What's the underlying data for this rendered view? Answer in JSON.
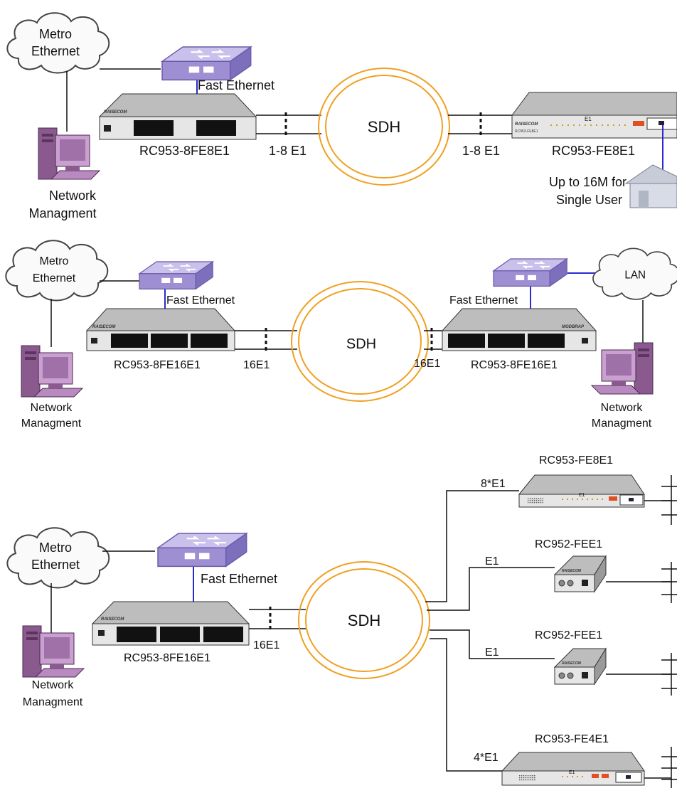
{
  "colors": {
    "ring": "#f0a020",
    "device_top": "#c8c8c8",
    "device_front": "#e6e6e6",
    "switch": "#a79bd6",
    "pc": "#7a4a7f",
    "link_blue": "#2a2ad0",
    "line": "#111111"
  },
  "scenario1": {
    "cloud": {
      "line1": "Metro",
      "line2": "Ethernet"
    },
    "fast_ethernet": "Fast Ethernet",
    "sdh": "SDH",
    "left_device": {
      "name": "RC953-8FE8E1",
      "brand": "RAISECOM"
    },
    "left_link": "1-8 E1",
    "right_link": "1-8 E1",
    "right_device": {
      "name": "RC953-FE8E1",
      "brand": "RAISECOM",
      "model": "RC953-FE8E1",
      "panel": "E1"
    },
    "nms": {
      "line1": "Network",
      "line2": "Managment"
    },
    "user": {
      "line1": "Up to 16M for",
      "line2": "Single User"
    }
  },
  "scenario2": {
    "cloud_left": {
      "line1": "Metro",
      "line2": "Ethernet"
    },
    "cloud_right": {
      "line1": "LAN"
    },
    "fast_ethernet_left": "Fast Ethernet",
    "fast_ethernet_right": "Fast Ethernet",
    "sdh": "SDH",
    "left_device": {
      "name": "RC953-8FE16E1",
      "brand": "RAISECOM"
    },
    "right_device": {
      "name": "RC953-8FE16E1",
      "brand": "MODBRAP"
    },
    "left_link": "16E1",
    "right_link": "16E1",
    "nms_left": {
      "line1": "Network",
      "line2": "Managment"
    },
    "nms_right": {
      "line1": "Network",
      "line2": "Managment"
    }
  },
  "scenario3": {
    "cloud": {
      "line1": "Metro",
      "line2": "Ethernet"
    },
    "fast_ethernet": "Fast Ethernet",
    "sdh": "SDH",
    "core_device": {
      "name": "RC953-8FE16E1",
      "brand": "RAISECOM"
    },
    "core_link": "16E1",
    "nms": {
      "line1": "Network",
      "line2": "Managment"
    },
    "branches": [
      {
        "name": "RC953-FE8E1",
        "link": "8*E1",
        "panel": "E1"
      },
      {
        "name": "RC952-FEE1",
        "link": "E1",
        "brand": "RAISECOM"
      },
      {
        "name": "RC952-FEE1",
        "link": "E1",
        "brand": "RAISECOM"
      },
      {
        "name": "RC953-FE4E1",
        "link": "4*E1",
        "panel": "E1"
      }
    ]
  }
}
